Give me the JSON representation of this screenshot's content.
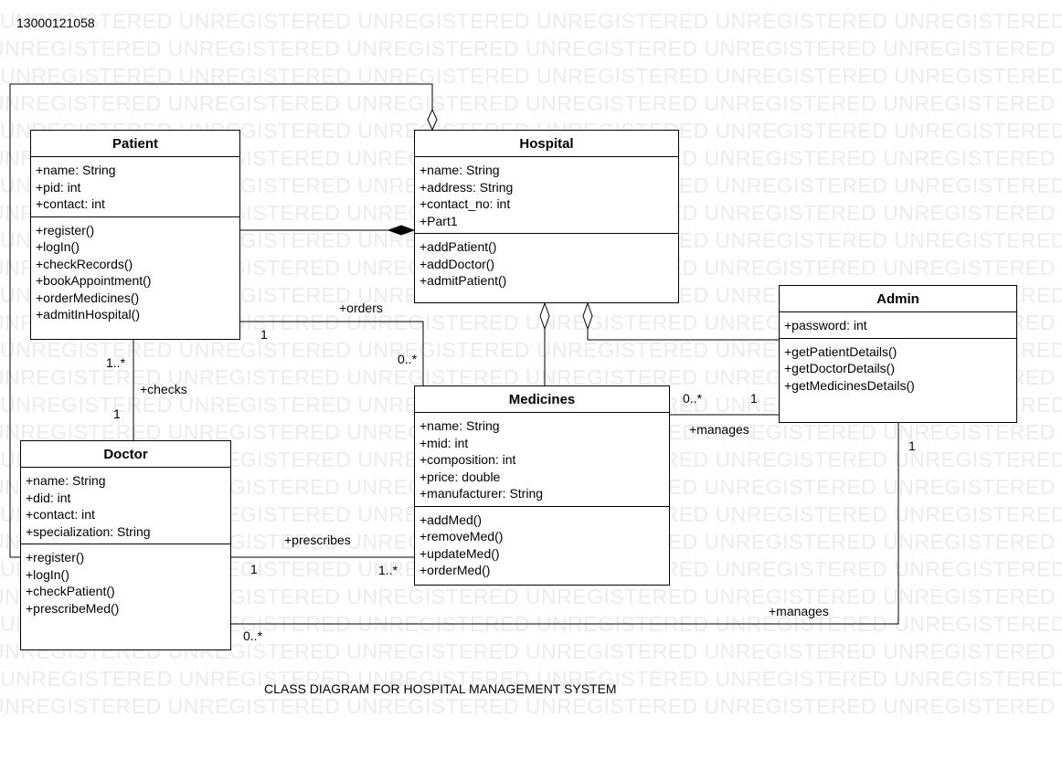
{
  "diagram_id": "13000121058",
  "caption": "CLASS DIAGRAM FOR HOSPITAL MANAGEMENT SYSTEM",
  "watermark_text": "UNREGISTERED",
  "classes": {
    "patient": {
      "name": "Patient",
      "attributes": [
        "+name: String",
        "+pid: int",
        "+contact: int"
      ],
      "operations": [
        "+register()",
        "+logIn()",
        "+checkRecords()",
        "+bookAppointment()",
        "+orderMedicines()",
        "+admitInHospital()"
      ]
    },
    "hospital": {
      "name": "Hospital",
      "attributes": [
        "+name: String",
        "+address: String",
        "+contact_no: int",
        "+Part1"
      ],
      "operations": [
        "+addPatient()",
        "+addDoctor()",
        "+admitPatient()"
      ]
    },
    "admin": {
      "name": "Admin",
      "attributes": [
        "+password: int"
      ],
      "operations": [
        "+getPatientDetails()",
        "+getDoctorDetails()",
        "+getMedicinesDetails()"
      ]
    },
    "medicines": {
      "name": "Medicines",
      "attributes": [
        "+name: String",
        "+mid: int",
        "+composition: int",
        "+price: double",
        "+manufacturer: String"
      ],
      "operations": [
        "+addMed()",
        "+removeMed()",
        "+updateMed()",
        "+orderMed()"
      ]
    },
    "doctor": {
      "name": "Doctor",
      "attributes": [
        "+name: String",
        "+did: int",
        "+contact: int",
        "+specialization: String"
      ],
      "operations": [
        "+register()",
        "+logIn()",
        "+checkPatient()",
        "+prescribeMed()"
      ]
    }
  },
  "associations": {
    "orders": {
      "label": "+orders",
      "mult_patient": "1",
      "mult_medicines": "0..*"
    },
    "checks": {
      "label": "+checks",
      "mult_patient": "1..*",
      "mult_doctor": "1"
    },
    "prescribes": {
      "label": "+prescribes",
      "mult_doctor": "1",
      "mult_medicines": "1..*"
    },
    "admin_medicines": {
      "label": "+manages",
      "mult_medicines": "0..*",
      "mult_admin": "1"
    },
    "admin_doctor": {
      "label": "+manages",
      "mult_admin": "1",
      "mult_doctor": "0..*"
    }
  },
  "colors": {
    "line": "#000000",
    "background": "#ffffff",
    "watermark": "#ececec"
  }
}
